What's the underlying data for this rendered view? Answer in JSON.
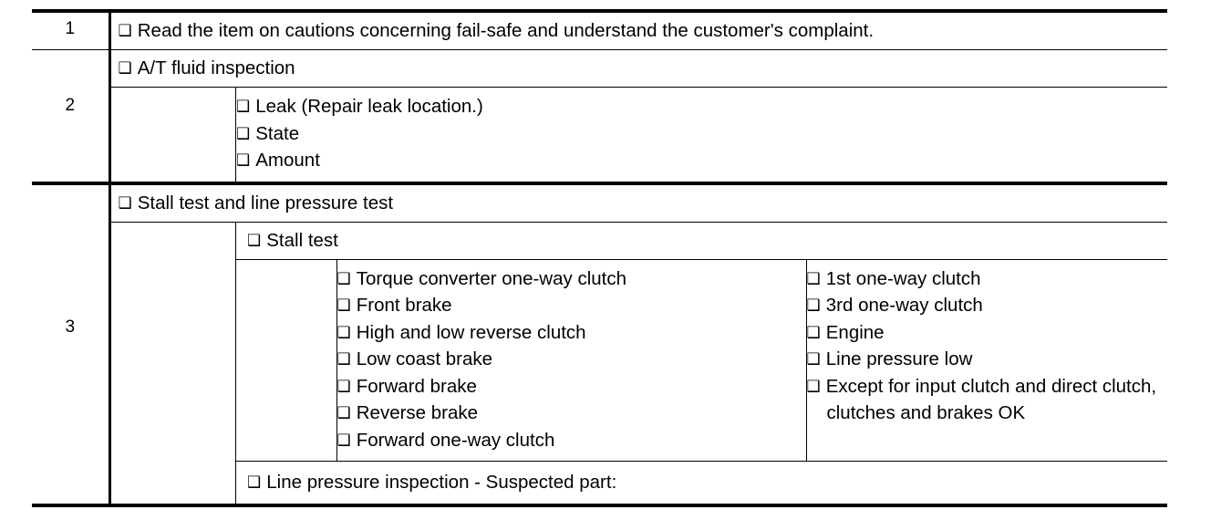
{
  "document": {
    "type": "diagnostic-worksheet-table",
    "checkbox_glyph": "❑",
    "ink_color": "#000000",
    "paper_color": "#ffffff"
  },
  "rows": [
    {
      "number": "1",
      "items": [
        "Read the item on cautions concerning fail-safe and understand the customer's complaint."
      ]
    },
    {
      "number": "2",
      "heading": "A/T fluid inspection",
      "sub_items": [
        "Leak (Repair leak location.)",
        "State",
        "Amount"
      ]
    },
    {
      "number": "3",
      "heading": "Stall test and line pressure test",
      "sub_heading": "Stall test",
      "stall_test_left": [
        "Torque converter one-way clutch",
        "Front brake",
        "High and low reverse clutch",
        "Low coast brake",
        "Forward brake",
        "Reverse brake",
        "Forward one-way clutch"
      ],
      "stall_test_right": [
        "1st one-way clutch",
        "3rd one-way clutch",
        "Engine",
        "Line pressure low",
        "Except for input clutch and direct clutch, clutches and brakes OK"
      ],
      "footer_item": "Line pressure inspection - Suspected part:"
    }
  ]
}
